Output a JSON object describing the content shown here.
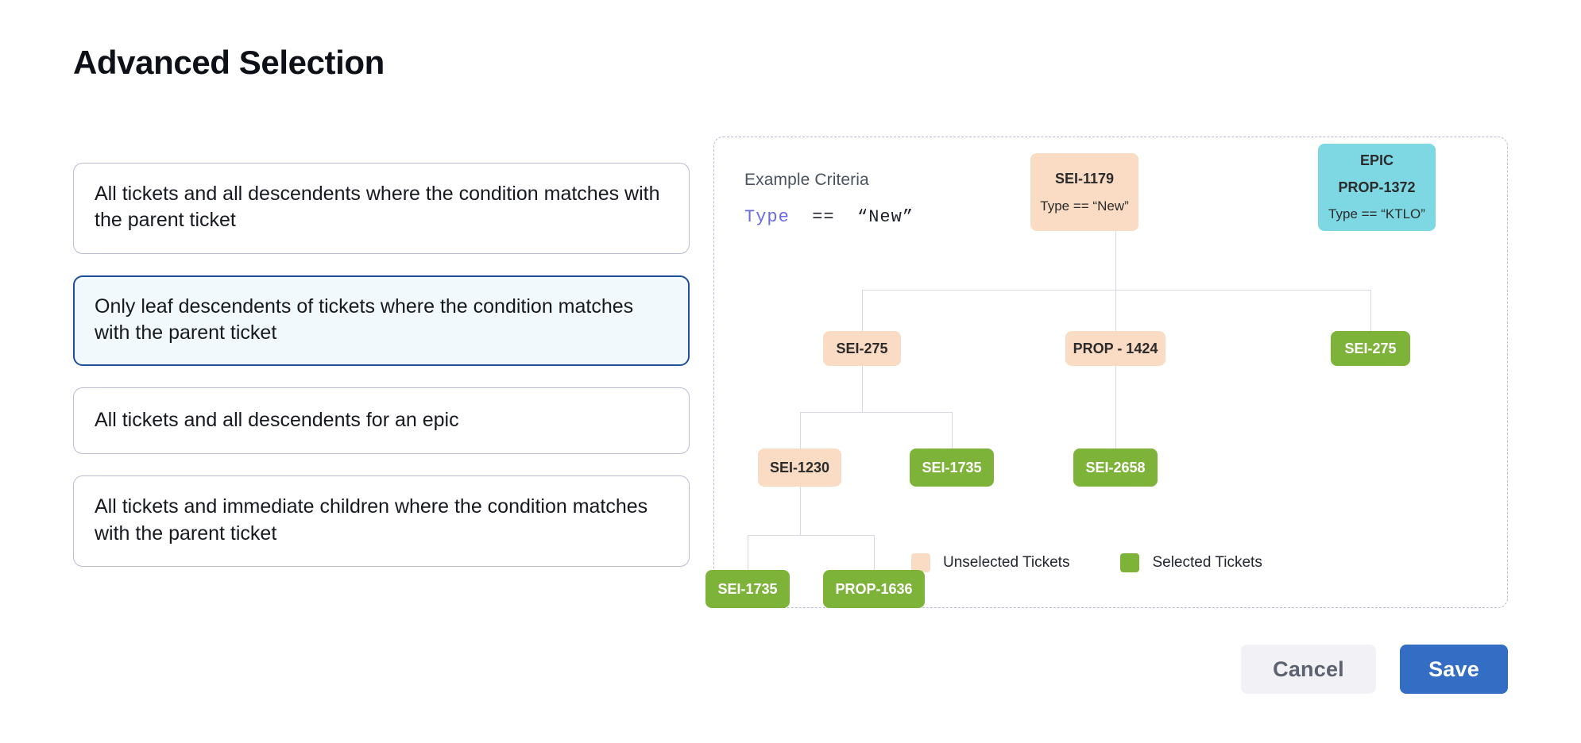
{
  "page": {
    "title": "Advanced Selection"
  },
  "options": [
    {
      "label": "All tickets and all descendents where the condition matches with the parent ticket",
      "selected": false,
      "multiline": true
    },
    {
      "label": "Only leaf descendents of tickets where the condition matches with the parent ticket",
      "selected": true,
      "multiline": true
    },
    {
      "label": "All tickets and all descendents for an epic",
      "selected": false,
      "multiline": false
    },
    {
      "label": "All tickets and immediate children where the condition matches with the parent ticket",
      "selected": false,
      "multiline": true
    }
  ],
  "diagram": {
    "criteria_label": "Example Criteria",
    "criteria_code": {
      "key": "Type",
      "operator": "==",
      "value": "“New”"
    },
    "nodes": [
      {
        "id": "root",
        "line1": "SEI-1179",
        "line2": "Type == “New”",
        "state": "unselected"
      },
      {
        "id": "epic",
        "line1": "EPIC",
        "line2": "PROP-1372",
        "line3": "Type == “KTLO”",
        "state": "epic"
      },
      {
        "id": "sei275a",
        "line1": "SEI-275",
        "state": "unselected"
      },
      {
        "id": "prop1424",
        "line1": "PROP - 1424",
        "state": "unselected"
      },
      {
        "id": "sei275b",
        "line1": "SEI-275",
        "state": "selected"
      },
      {
        "id": "sei1230",
        "line1": "SEI-1230",
        "state": "unselected"
      },
      {
        "id": "sei1735a",
        "line1": "SEI-1735",
        "state": "selected"
      },
      {
        "id": "sei2658",
        "line1": "SEI-2658",
        "state": "selected"
      },
      {
        "id": "sei1735b",
        "line1": "SEI-1735",
        "state": "selected"
      },
      {
        "id": "prop1636",
        "line1": "PROP-1636",
        "state": "selected"
      }
    ],
    "legend": [
      {
        "label": "Unselected Tickets",
        "color": "#f9dcc3"
      },
      {
        "label": "Selected Tickets",
        "color": "#7eb33a"
      }
    ]
  },
  "footer": {
    "cancel_label": "Cancel",
    "save_label": "Save",
    "save_color": "#336dc4"
  }
}
